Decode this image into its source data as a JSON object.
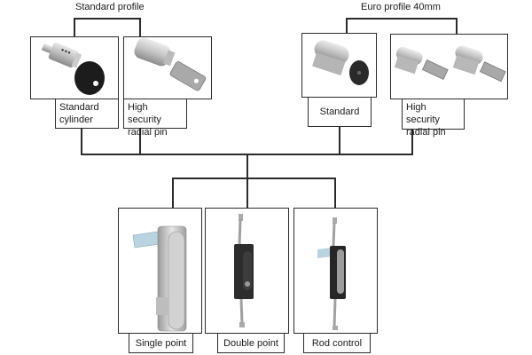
{
  "diagram": {
    "groups": [
      {
        "title": "Standard profile"
      },
      {
        "title": "Euro profile 40mm"
      }
    ],
    "cylinders": [
      {
        "label": "Standard cylinder",
        "line1": "Standard",
        "line2": "cylinder",
        "group": "Standard profile",
        "icon": "cylinder-with-black-key-icon"
      },
      {
        "label": "High security radial pin",
        "line1": "High security",
        "line2": "radial pin",
        "group": "Standard profile",
        "icon": "radial-pin-cylinder-key-icon"
      },
      {
        "label": "Standard",
        "line1": "Standard",
        "line2": "",
        "group": "Euro profile 40mm",
        "icon": "euro-cylinder-black-key-icon"
      },
      {
        "label": "High security radial pin",
        "line1": "High security",
        "line2": "radial pin",
        "group": "Euro profile 40mm",
        "icon": "euro-radial-pin-cylinders-icon"
      }
    ],
    "locks": [
      {
        "label": "Single point",
        "icon": "single-point-swinghandle-icon"
      },
      {
        "label": "Double point",
        "icon": "double-point-swinghandle-icon"
      },
      {
        "label": "Rod control",
        "icon": "rod-control-swinghandle-icon"
      }
    ]
  }
}
